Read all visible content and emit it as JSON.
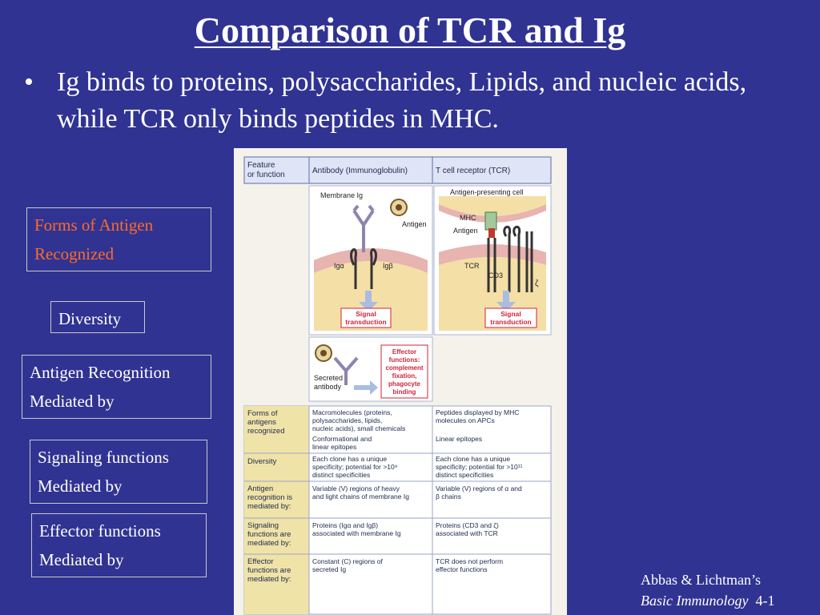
{
  "slide": {
    "title": "Comparison of TCR and Ig",
    "bullet_marker": "•",
    "bullet": "Ig binds to proteins, polysaccharides, Lipids, and nucleic acids, while TCR only binds peptides in MHC."
  },
  "labels": [
    {
      "lines": [
        "Forms of Antigen",
        "Recognized"
      ]
    },
    {
      "lines": [
        "Diversity"
      ]
    },
    {
      "lines": [
        "Antigen Recognition",
        "Mediated by"
      ]
    },
    {
      "lines": [
        "Signaling functions",
        "Mediated by"
      ]
    },
    {
      "lines": [
        "Effector functions",
        "Mediated by"
      ]
    }
  ],
  "colors": {
    "background": "#303392",
    "highlight_text": "#ff6a2a",
    "table_header": "#dfe4f6",
    "feature_column": "#f0e3a8",
    "membrane": "#e7b4b0",
    "cell_interior": "#f4dfa6",
    "signal_arrow": "#a9bde2",
    "signal_text": "#d2233a"
  },
  "figure": {
    "header": {
      "col1": [
        "Feature",
        "or function"
      ],
      "col2": "Antibody (Immunoglobulin)",
      "col3": "T cell receptor (TCR)"
    },
    "diagram": {
      "membrane_ig": "Membrane Ig",
      "antigen_left": "Antigen",
      "ig_alpha": "Igα",
      "ig_beta": "Igβ",
      "signal_left": [
        "Signal",
        "transduction"
      ],
      "apc": "Antigen-presenting cell",
      "mhc": "MHC",
      "antigen_right": "Antigen",
      "tcr": "TCR",
      "cd3": "CD3",
      "zeta": "ζ",
      "signal_right": [
        "Signal",
        "transduction"
      ],
      "secreted_antibody": [
        "Secreted",
        "antibody"
      ],
      "effector": [
        "Effector",
        "functions:",
        "complement",
        "fixation,",
        "phagocyte",
        "binding"
      ]
    },
    "rows": [
      {
        "feature": [
          "Forms of",
          "antigens",
          "recognized"
        ],
        "ig": [
          "Macromolecules (proteins,",
          "polysaccharides, lipids,",
          "nucleic acids), small chemicals",
          "Conformational and",
          "linear epitopes"
        ],
        "tcr": [
          "Peptides displayed by MHC",
          "molecules on APCs",
          "",
          "Linear epitopes"
        ]
      },
      {
        "feature": [
          "Diversity"
        ],
        "ig": [
          "Each clone has a unique",
          "specificity; potential for >10⁹",
          "distinct specificities"
        ],
        "tcr": [
          "Each clone has a unique",
          "specificity; potential for >10¹¹",
          "distinct specificities"
        ]
      },
      {
        "feature": [
          "Antigen",
          "recognition is",
          "mediated by:"
        ],
        "ig": [
          "Variable (V) regions of heavy",
          "and light chains of membrane Ig"
        ],
        "tcr": [
          "Variable (V) regions of α and",
          "β chains"
        ]
      },
      {
        "feature": [
          "Signaling",
          "functions are",
          "mediated by:"
        ],
        "ig": [
          "Proteins (Igα and Igβ)",
          "associated with membrane Ig"
        ],
        "tcr": [
          "Proteins (CD3 and ζ)",
          "associated with TCR"
        ]
      },
      {
        "feature": [
          "Effector",
          "functions are",
          "mediated by:"
        ],
        "ig": [
          "Constant (C) regions of",
          "secreted Ig"
        ],
        "tcr": [
          "TCR does not perform",
          "effector functions"
        ]
      }
    ]
  },
  "credit": {
    "authors": "Abbas & Lichtman’s",
    "book": "Basic Immunology",
    "figure_no": "4-1"
  }
}
